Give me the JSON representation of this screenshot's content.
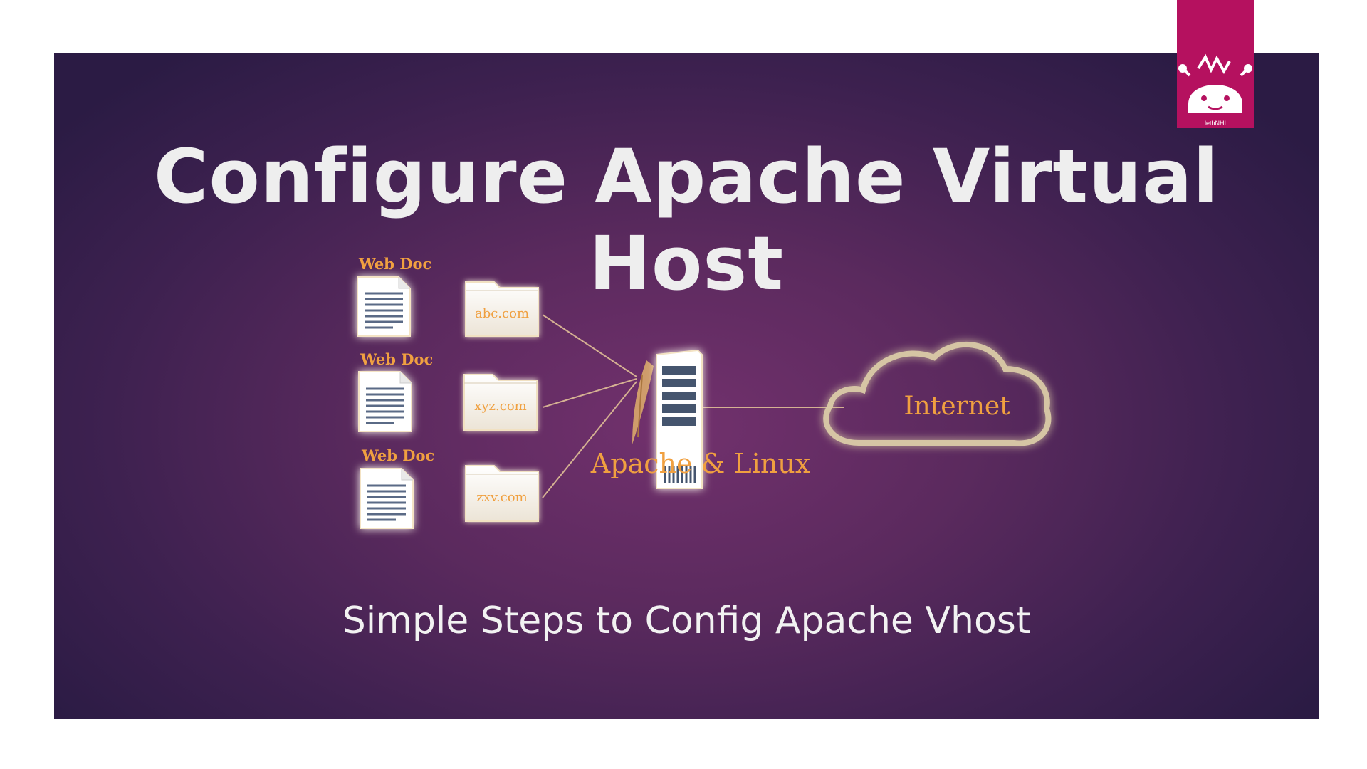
{
  "slide": {
    "title": "Configure Apache Virtual Host",
    "subtitle": "Simple Steps to Config Apache Vhost"
  },
  "diagram": {
    "docs": [
      {
        "label": "Web Doc",
        "icon": "document-icon"
      },
      {
        "label": "Web Doc",
        "icon": "document-icon"
      },
      {
        "label": "Web Doc",
        "icon": "document-icon"
      }
    ],
    "folders": [
      {
        "label": "abc.com",
        "icon": "folder-icon"
      },
      {
        "label": "xyz.com",
        "icon": "folder-icon"
      },
      {
        "label": "zxv.com",
        "icon": "folder-icon"
      }
    ],
    "server": {
      "label": "Apache & Linux",
      "icon": "server-icon"
    },
    "cloud": {
      "label": "Internet",
      "icon": "cloud-icon"
    }
  },
  "logo": {
    "caption": "lethNHI",
    "icon": "robot-mascot-icon"
  },
  "colors": {
    "background_center": "#72316d",
    "background_edge": "#2b1b44",
    "label_orange": "#f0a040",
    "title_text": "#eeeeee",
    "logo_badge": "#b5115f"
  }
}
